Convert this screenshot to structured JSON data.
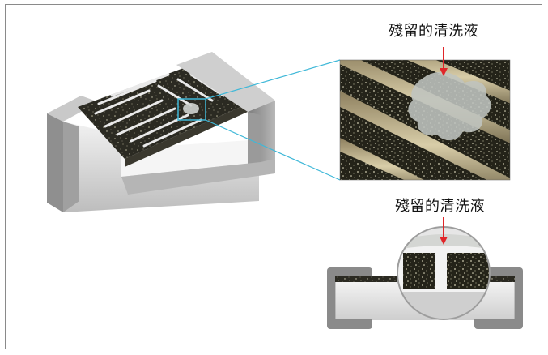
{
  "labels": {
    "top_callout": "殘留的清洗液",
    "bottom_callout": "殘留的清洗液"
  },
  "colors": {
    "frame": "#8a8a8a",
    "arrow": "#e0262a",
    "zoom_lines": "#3fb8d8",
    "resistive_film": "#2e2d24",
    "substrate": "#d9d9d9",
    "terminal": "#a9a9a9",
    "residue": "#c9ccc8"
  },
  "icons": {
    "chip": "chip-resistor-illustration",
    "magnified": "magnified-surface-photo",
    "cross_section": "cross-section-illustration"
  }
}
